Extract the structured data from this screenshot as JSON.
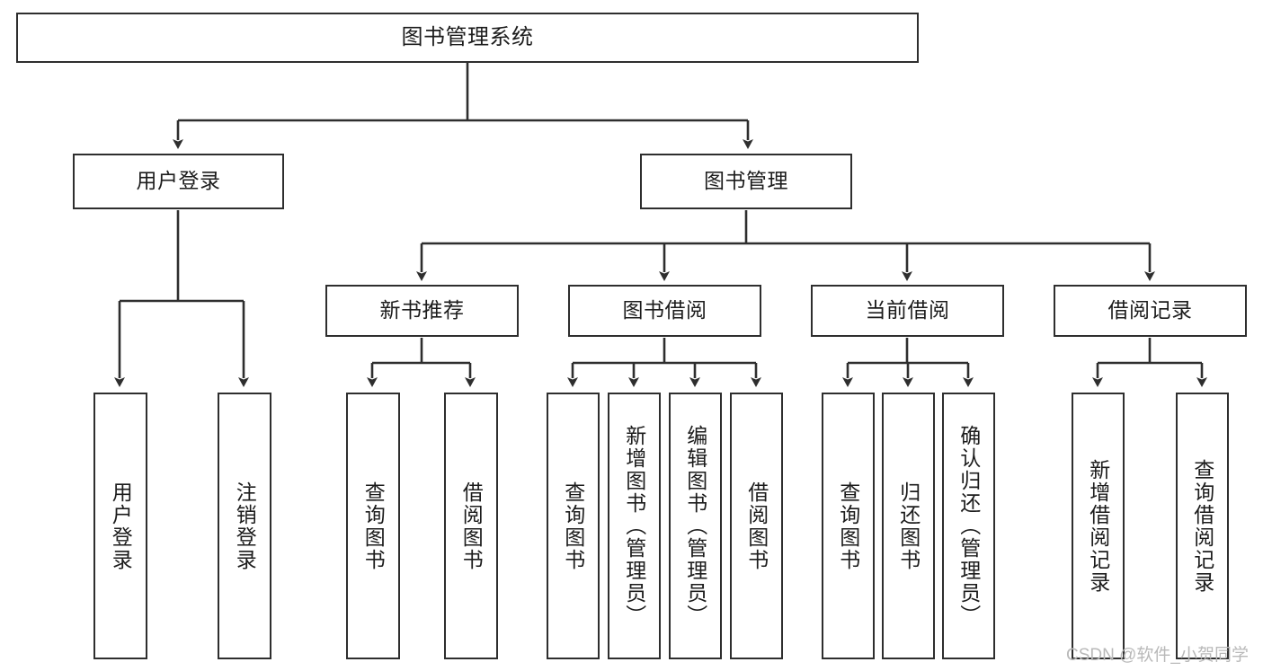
{
  "diagram": {
    "title": "图书管理系统",
    "type": "hierarchy-tree",
    "levels": 4,
    "root": {
      "id": "root",
      "label": "图书管理系统"
    },
    "level2": [
      {
        "id": "user-login",
        "label": "用户登录"
      },
      {
        "id": "book-management",
        "label": "图书管理"
      }
    ],
    "level3": [
      {
        "id": "new-book-recommend",
        "label": "新书推荐",
        "parent": "book-management"
      },
      {
        "id": "book-borrow",
        "label": "图书借阅",
        "parent": "book-management"
      },
      {
        "id": "current-borrow",
        "label": "当前借阅",
        "parent": "book-management"
      },
      {
        "id": "borrow-record",
        "label": "借阅记录",
        "parent": "book-management"
      }
    ],
    "leaves": {
      "user_login": [
        {
          "id": "leaf-user-login",
          "label": "用户登录"
        },
        {
          "id": "leaf-logout-login",
          "label": "注销登录"
        }
      ],
      "new_book_recommend": [
        {
          "id": "leaf-query-book-1",
          "label": "查询图书"
        },
        {
          "id": "leaf-borrow-book-1",
          "label": "借阅图书"
        }
      ],
      "book_borrow": [
        {
          "id": "leaf-query-book-2",
          "label": "查询图书"
        },
        {
          "id": "leaf-add-book",
          "label": "新增图书（管理员）"
        },
        {
          "id": "leaf-edit-book",
          "label": "编辑图书（管理员）"
        },
        {
          "id": "leaf-borrow-book-2",
          "label": "借阅图书"
        }
      ],
      "current_borrow": [
        {
          "id": "leaf-query-book-3",
          "label": "查询图书"
        },
        {
          "id": "leaf-return-book",
          "label": "归还图书"
        },
        {
          "id": "leaf-confirm-return",
          "label": "确认归还（管理员）"
        }
      ],
      "borrow_record": [
        {
          "id": "leaf-add-record",
          "label": "新增借阅记录"
        },
        {
          "id": "leaf-query-record",
          "label": "查询借阅记录"
        }
      ]
    }
  },
  "watermark": {
    "text": "CSDN @软件_小贺同学"
  },
  "colors": {
    "stroke": "#2e2e2e",
    "fill": "#ffffff",
    "text": "#1c1c1c",
    "watermark": "#b9b9b9"
  }
}
